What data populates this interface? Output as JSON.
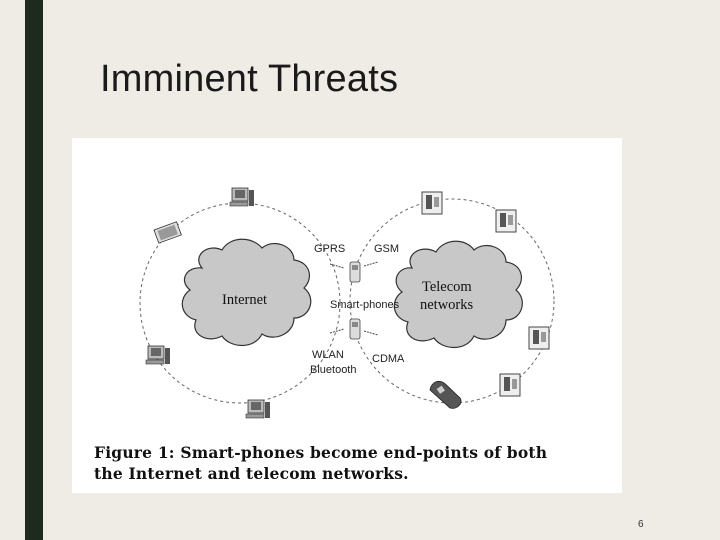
{
  "slide": {
    "title": "Imminent Threats",
    "page_number": "6"
  },
  "figure": {
    "labels": {
      "internet": "Internet",
      "telecom_line1": "Telecom",
      "telecom_line2": "networks",
      "gprs": "GPRS",
      "gsm": "GSM",
      "smartphones": "Smart-phones",
      "wlan": "WLAN",
      "bluetooth": "Bluetooth",
      "cdma": "CDMA"
    },
    "caption_line1": "Figure 1: Smart-phones become end-points of both",
    "caption_line2": "the Internet and telecom networks.",
    "icons": [
      "desktop-computer-icon",
      "laptop-icon",
      "desktop-computer-icon",
      "desktop-computer-icon",
      "telephone-icon",
      "telephone-icon",
      "telephone-icon",
      "telephone-icon",
      "cell-phone-icon",
      "smartphone-icon",
      "smartphone-icon"
    ]
  }
}
